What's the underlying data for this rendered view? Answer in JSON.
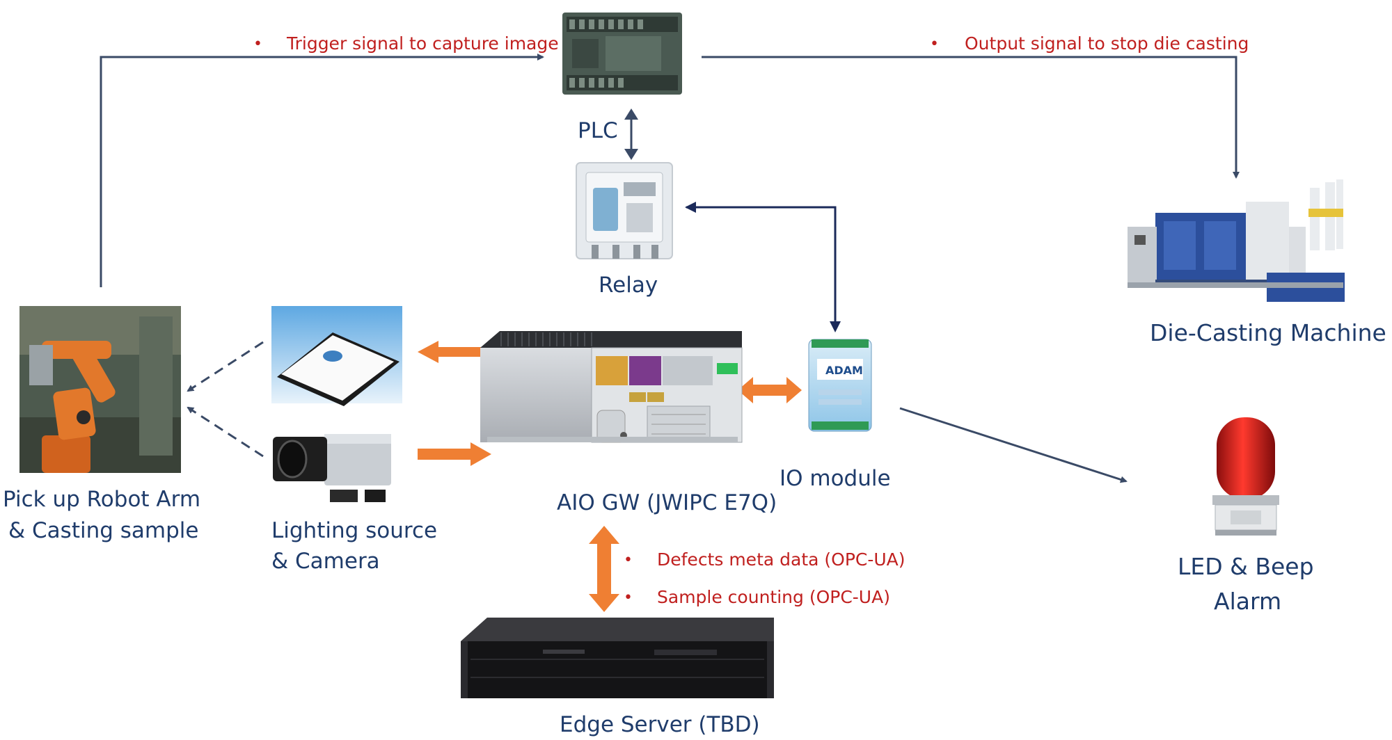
{
  "colors": {
    "label": "#1f3c6b",
    "note": "#c0201f",
    "line": "#3a4a66",
    "orange": "#ef7f33",
    "navy": "#1b2a5a"
  },
  "nodes": {
    "plc": {
      "label": "PLC",
      "icon": "plc-icon"
    },
    "relay": {
      "label": "Relay",
      "icon": "relay-icon"
    },
    "die_casting": {
      "label": "Die-Casting Machine",
      "icon": "die-casting-machine-icon"
    },
    "robot": {
      "label_line1": "Pick up Robot Arm",
      "label_line2": "& Casting sample",
      "icon": "robot-arm-icon"
    },
    "lighting": {
      "label_line1": "Lighting source",
      "label_line2": "& Camera",
      "icon": "camera-icon"
    },
    "aio_gw": {
      "label": "AIO GW (JWIPC E7Q)",
      "icon": "industrial-pc-icon"
    },
    "io_module": {
      "label": "IO module",
      "icon": "io-module-icon",
      "brand_text": "ADAM"
    },
    "alarm": {
      "label_line1": "LED & Beep",
      "label_line2": "Alarm",
      "icon": "alarm-light-icon"
    },
    "edge_server": {
      "label": "Edge Server (TBD)",
      "icon": "rack-server-icon"
    }
  },
  "annotations": {
    "trigger": {
      "bullet": "•",
      "text": "Trigger signal to capture image"
    },
    "output": {
      "bullet": "•",
      "text": "Output signal to stop die casting"
    },
    "defects": {
      "bullet": "•",
      "text": "Defects meta data (OPC-UA)"
    },
    "counting": {
      "bullet": "•",
      "text": "Sample counting  (OPC-UA)"
    }
  }
}
